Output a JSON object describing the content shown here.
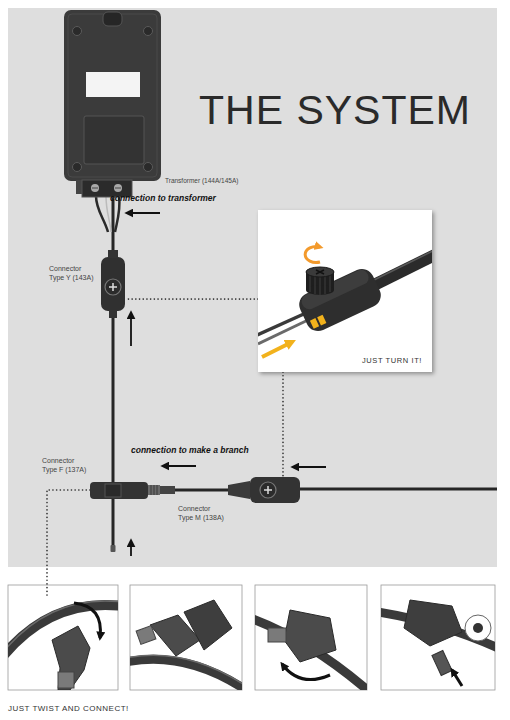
{
  "diagram": {
    "title": "THE SYSTEM",
    "caption": "JUST TWIST AND CONNECT!",
    "nodes": [
      {
        "text": [
          "Transformer (144A/145A)"
        ]
      },
      {
        "text": [
          "Connector Type Y (143A)"
        ]
      },
      {
        "text": [
          "JUST TURN IT!"
        ]
      },
      {
        "text": [
          "Connector Type F (137A)"
        ]
      },
      {
        "text": [
          "Connector Type M (138A)"
        ]
      }
    ],
    "edges": [
      {
        "from": 0,
        "to": 1,
        "arrow": "none"
      },
      {
        "from": 1,
        "to": 3,
        "arrow": "none"
      },
      {
        "from": 4,
        "to": 3,
        "arrow": "none"
      },
      {
        "from": 2,
        "to": 1,
        "arrow": "none"
      },
      {
        "from": 2,
        "to": 4,
        "arrow": "none"
      }
    ],
    "labels": [
      "connection to transformer",
      "connection to make a branch"
    ]
  }
}
